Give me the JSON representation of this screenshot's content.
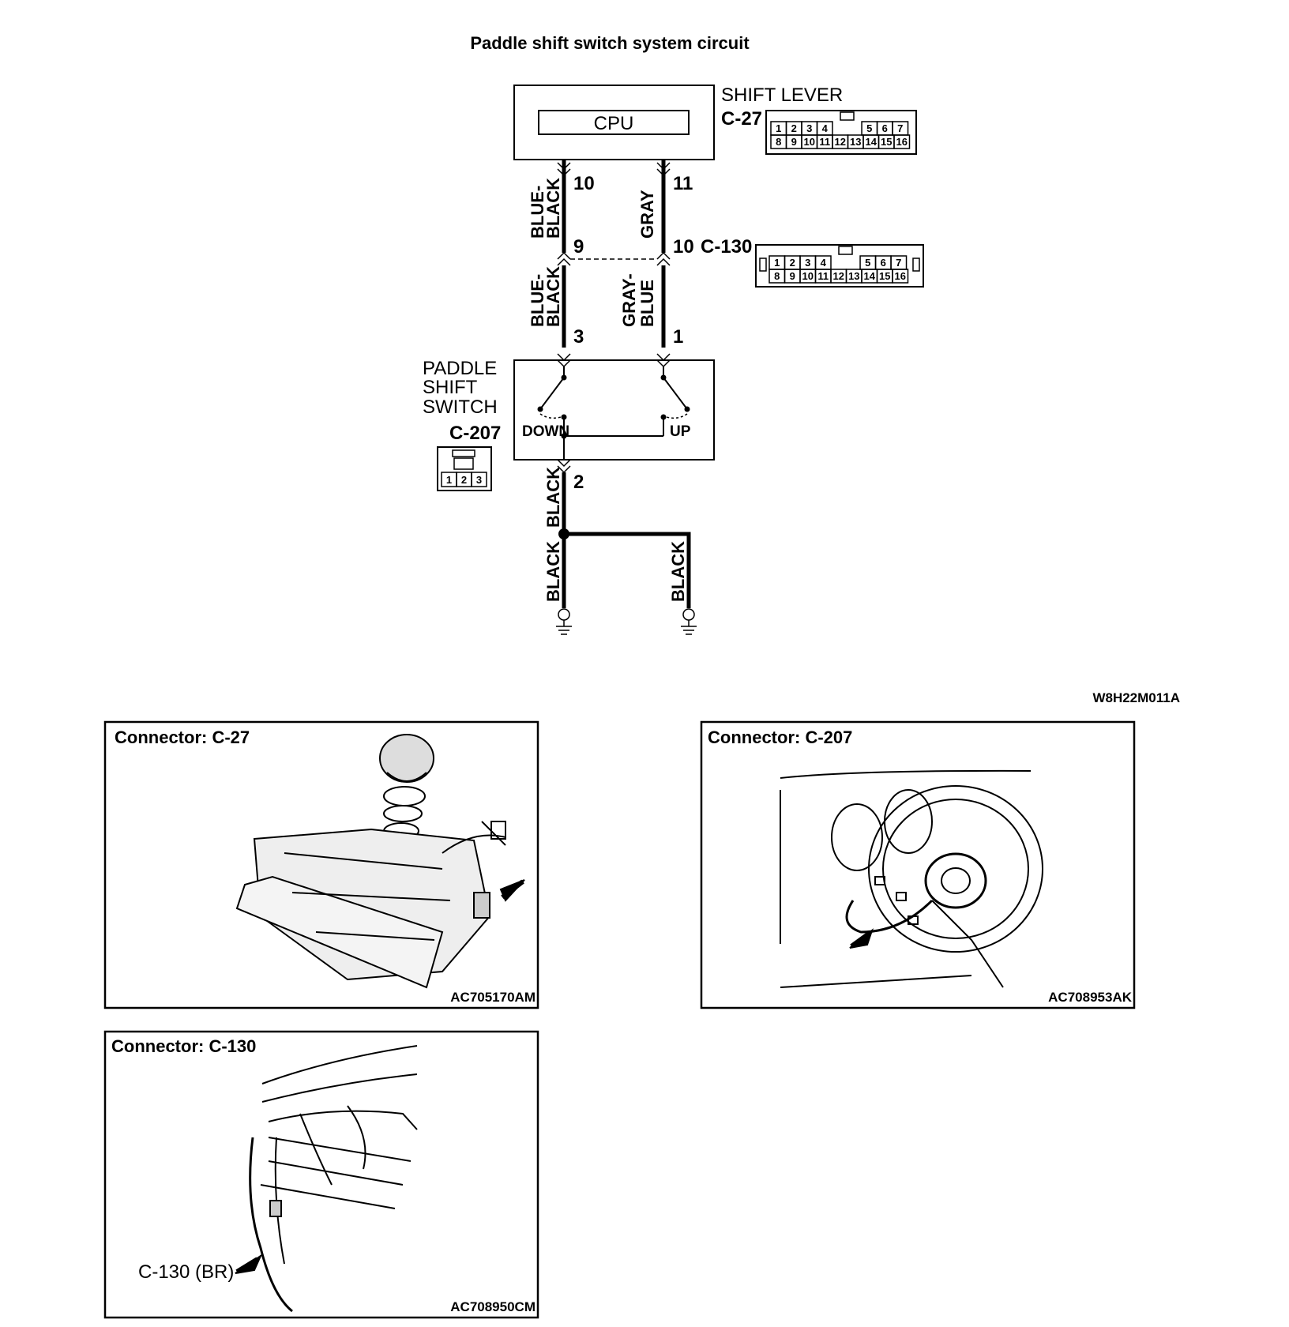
{
  "title": "Paddle shift switch system circuit",
  "shift_lever": {
    "name": "SHIFT LEVER",
    "connector": "C-27",
    "cpu_label": "CPU",
    "pin_left": "10",
    "pin_right": "11"
  },
  "wires_top": {
    "left": [
      "BLUE-",
      "BLACK"
    ],
    "right": [
      "GRAY"
    ]
  },
  "junction": {
    "connector": "C-130",
    "pin_left": "9",
    "pin_right": "10"
  },
  "wires_mid": {
    "left": [
      "BLUE-",
      "BLACK"
    ],
    "right": [
      "GRAY-",
      "BLUE"
    ]
  },
  "paddle_switch": {
    "name": [
      "PADDLE",
      "SHIFT",
      "SWITCH"
    ],
    "connector": "C-207",
    "pin_left": "3",
    "pin_right": "1",
    "pin_bottom": "2",
    "down_label": "DOWN",
    "up_label": "UP"
  },
  "wires_bottom": {
    "upper": "BLACK",
    "lower_left": "BLACK",
    "lower_right": "BLACK"
  },
  "connector_pins": {
    "c27_top": [
      "1",
      "2",
      "3",
      "4",
      "5",
      "6",
      "7"
    ],
    "c27_bottom": [
      "8",
      "9",
      "10",
      "11",
      "12",
      "13",
      "14",
      "15",
      "16"
    ],
    "c130_top": [
      "1",
      "2",
      "3",
      "4",
      "5",
      "6",
      "7"
    ],
    "c130_bottom": [
      "8",
      "9",
      "10",
      "11",
      "12",
      "13",
      "14",
      "15",
      "16"
    ],
    "c207": [
      "1",
      "2",
      "3"
    ]
  },
  "figure_code": "W8H22M011A",
  "panels": [
    {
      "title": "Connector: C-27",
      "code": "AC705170AM"
    },
    {
      "title": "Connector: C-207",
      "code": "AC708953AK"
    },
    {
      "title": "Connector: C-130",
      "code": "AC708950CM",
      "callout": "C-130 (BR)"
    }
  ]
}
